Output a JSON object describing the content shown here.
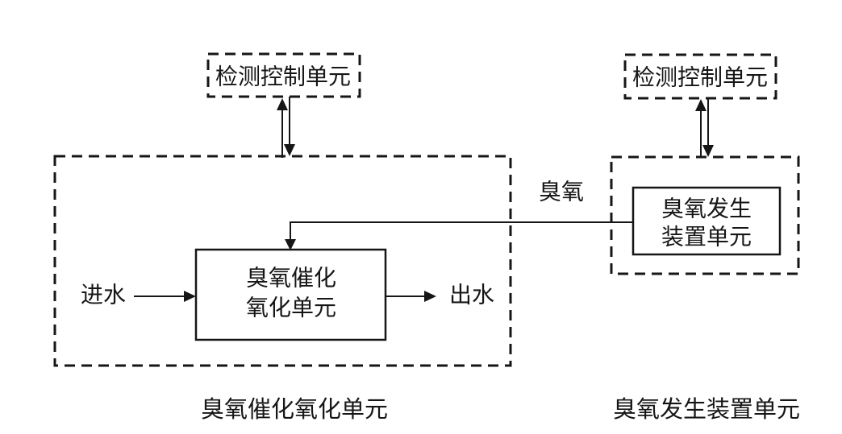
{
  "diagram": {
    "boxes": {
      "detect_left": "检测控制单元",
      "detect_right": "检测控制单元",
      "oxidation_line1": "臭氧催化",
      "oxidation_line2": "氧化单元",
      "generator_line1": "臭氧发生",
      "generator_line2": "装置单元"
    },
    "flows": {
      "inlet": "进水",
      "outlet": "出水",
      "ozone": "臭氧"
    },
    "captions": {
      "left": "臭氧催化氧化单元",
      "right": "臭氧发生装置单元"
    },
    "colors": {
      "ink": "#161616",
      "background": "#ffffff"
    }
  }
}
